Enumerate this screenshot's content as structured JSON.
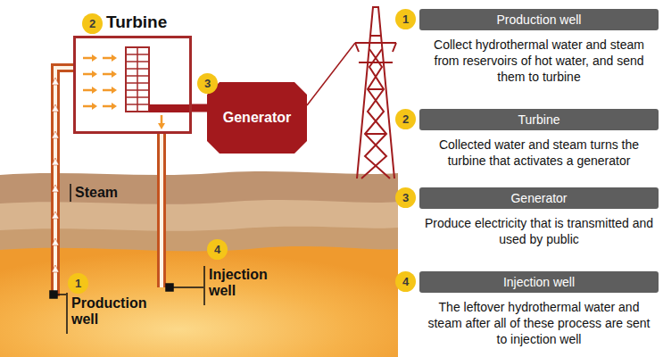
{
  "diagram": {
    "nodes": [
      {
        "text": [
          "Turbine"
        ]
      },
      {
        "text": [
          "Generator"
        ]
      },
      {
        "text": [
          "Production well",
          "Collect hydrothermal water and steam from reservoirs of hot water, and send them to turbine"
        ]
      },
      {
        "text": [
          "Turbine",
          "Collected water and steam turns the turbine that activates a generator"
        ]
      },
      {
        "text": [
          "Generator",
          "Produce electricity that is transmitted and used by public"
        ]
      },
      {
        "text": [
          "Injection well",
          "The leftover hydrothermal water and steam after all of these process are sent to injection well"
        ]
      }
    ],
    "edges": [
      {
        "from": 0,
        "to": 1,
        "arrow": "none"
      }
    ],
    "labels": [
      "2",
      "3",
      "Steam",
      "1",
      "Production well",
      "4",
      "Injection well",
      "1",
      "2",
      "3",
      "4"
    ]
  }
}
